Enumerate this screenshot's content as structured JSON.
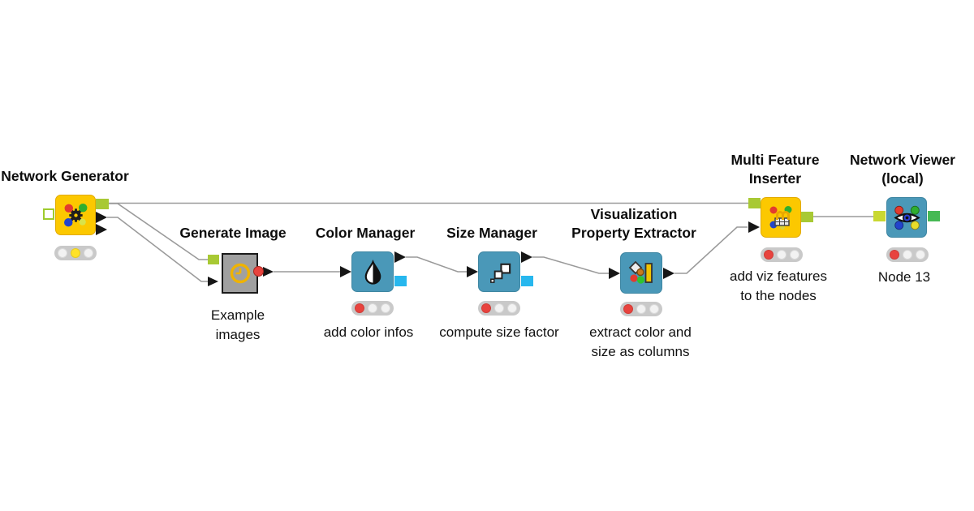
{
  "workflow": {
    "app": "KNIME workflow",
    "colors": {
      "background": "#ffffff",
      "wire": "#9A9A9A",
      "node_yellow": "#FCC800",
      "node_blue": "#4A98B8",
      "metanode_gray": "#A0A0A0",
      "port_network_lime": "#A8C934",
      "port_network_bright": "#C9D831",
      "port_green": "#46B954",
      "port_image_cyan": "#27B7EE",
      "port_data_black": "#161616",
      "status_red": "#E8433E",
      "status_yellow": "#FFE229",
      "status_off": "#F2F2F2"
    },
    "nodes": [
      {
        "name": "network-generator",
        "title": "Network Generator",
        "lights": [
          "#F2F2F2",
          "#FFE229",
          "#F2F2F2"
        ]
      },
      {
        "name": "generate-image",
        "title": "Generate Image",
        "caption": "Example\nimages"
      },
      {
        "name": "color-manager",
        "title": "Color Manager",
        "caption": "add color infos",
        "lights": [
          "#E8433E",
          "#F2F2F2",
          "#F2F2F2"
        ]
      },
      {
        "name": "size-manager",
        "title": "Size Manager",
        "caption": "compute size factor",
        "lights": [
          "#E8433E",
          "#F2F2F2",
          "#F2F2F2"
        ]
      },
      {
        "name": "visualization-property-extractor",
        "title": "Visualization\nProperty Extractor",
        "caption": "extract color and\nsize as columns",
        "lights": [
          "#E8433E",
          "#F2F2F2",
          "#F2F2F2"
        ]
      },
      {
        "name": "multi-feature-inserter",
        "title": "Multi Feature\nInserter",
        "caption": "add viz features\nto the nodes",
        "lights": [
          "#E8433E",
          "#F2F2F2",
          "#F2F2F2"
        ]
      },
      {
        "name": "network-viewer-local",
        "title": "Network Viewer\n(local)",
        "caption": "Node 13",
        "lights": [
          "#E8433E",
          "#F2F2F2",
          "#F2F2F2"
        ]
      }
    ]
  }
}
